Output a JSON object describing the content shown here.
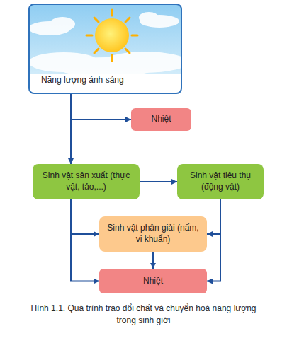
{
  "diagram": {
    "caption": "Hình 1.1. Quá trình trao đổi chất và chuyển hoá năng lượng trong sinh giới",
    "nodes": [
      {
        "text": [
          "Năng lượng ánh sáng"
        ]
      },
      {
        "text": [
          "Nhiệt"
        ]
      },
      {
        "text": [
          "Sinh vật sản xuất (thực vật, tảo,...)"
        ]
      },
      {
        "text": [
          "Sinh vật tiêu thụ (động vật)"
        ]
      },
      {
        "text": [
          "Sinh vật phân giải (nấm, vi khuẩn)"
        ]
      },
      {
        "text": [
          "Nhiệt"
        ]
      }
    ],
    "edges": [
      {
        "from": 0,
        "to": 1,
        "arrow": "to"
      },
      {
        "from": 0,
        "to": 2,
        "arrow": "to"
      },
      {
        "from": 2,
        "to": 3,
        "arrow": "to"
      },
      {
        "from": 2,
        "to": 4,
        "arrow": "to"
      },
      {
        "from": 2,
        "to": 5,
        "arrow": "to"
      },
      {
        "from": 3,
        "to": 4,
        "arrow": "to"
      },
      {
        "from": 3,
        "to": 5,
        "arrow": "to"
      },
      {
        "from": 4,
        "to": 5,
        "arrow": "to"
      }
    ]
  }
}
